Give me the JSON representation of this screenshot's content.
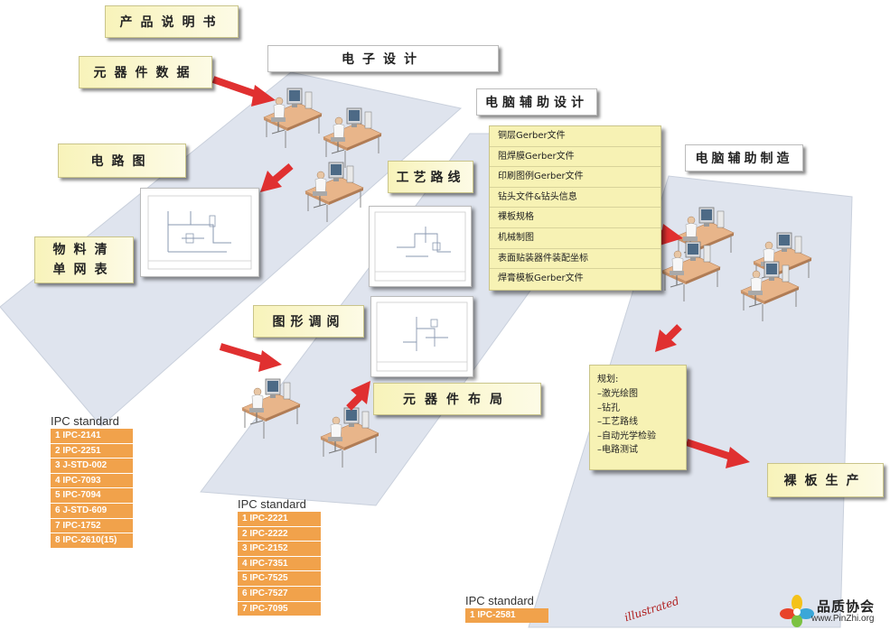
{
  "labels": {
    "product_manual": "产品说明书",
    "electronic_design": "电子设计",
    "component_data": "元器件数据",
    "cad": "电脑辅助设计",
    "schematic": "电路图",
    "cam": "电脑辅助制造",
    "process_route": "工艺路线",
    "bom_line1": "物料清",
    "bom_line2": "单网表",
    "graphic_review": "图形调阅",
    "component_layout": "元器件布局",
    "bare_board": "裸板生产"
  },
  "file_list": [
    "铜层Gerber文件",
    "阻焊膜Gerber文件",
    "印刷图例Gerber文件",
    "钻头文件&钻头信息",
    "裸板规格",
    "机械制图",
    "表面贴装器件装配坐标",
    "焊膏模板Gerber文件"
  ],
  "plan": {
    "title": "规划:",
    "items": [
      "–激光绘图",
      "–钻孔",
      "–工艺路线",
      "–自动光学检验",
      "–电路测试"
    ]
  },
  "ipc_groups": [
    {
      "title": "IPC standard",
      "items": [
        "1 IPC-2141",
        "2 IPC-2251",
        "3 J-STD-002",
        "4 IPC-7093",
        "5 IPC-7094",
        "6 J-STD-609",
        "7 IPC-1752",
        "8 IPC-2610(15)"
      ]
    },
    {
      "title": "IPC standard",
      "items": [
        "1 IPC-2221",
        "2 IPC-2222",
        "3 IPC-2152",
        "4 IPC-7351",
        "5 IPC-7525",
        "6 IPC-7527",
        "7 IPC-7095"
      ]
    },
    {
      "title": "IPC standard",
      "items": [
        "1 IPC-2581"
      ]
    }
  ],
  "watermark": {
    "title": "品质协会",
    "url": "www.PinZhi.org"
  },
  "signature": "illustrated",
  "colors": {
    "arrow": "#e03030",
    "label_yellow": "#f8f3ba",
    "ipc_orange": "#f1a24b",
    "floor": "#dfe4ee"
  }
}
